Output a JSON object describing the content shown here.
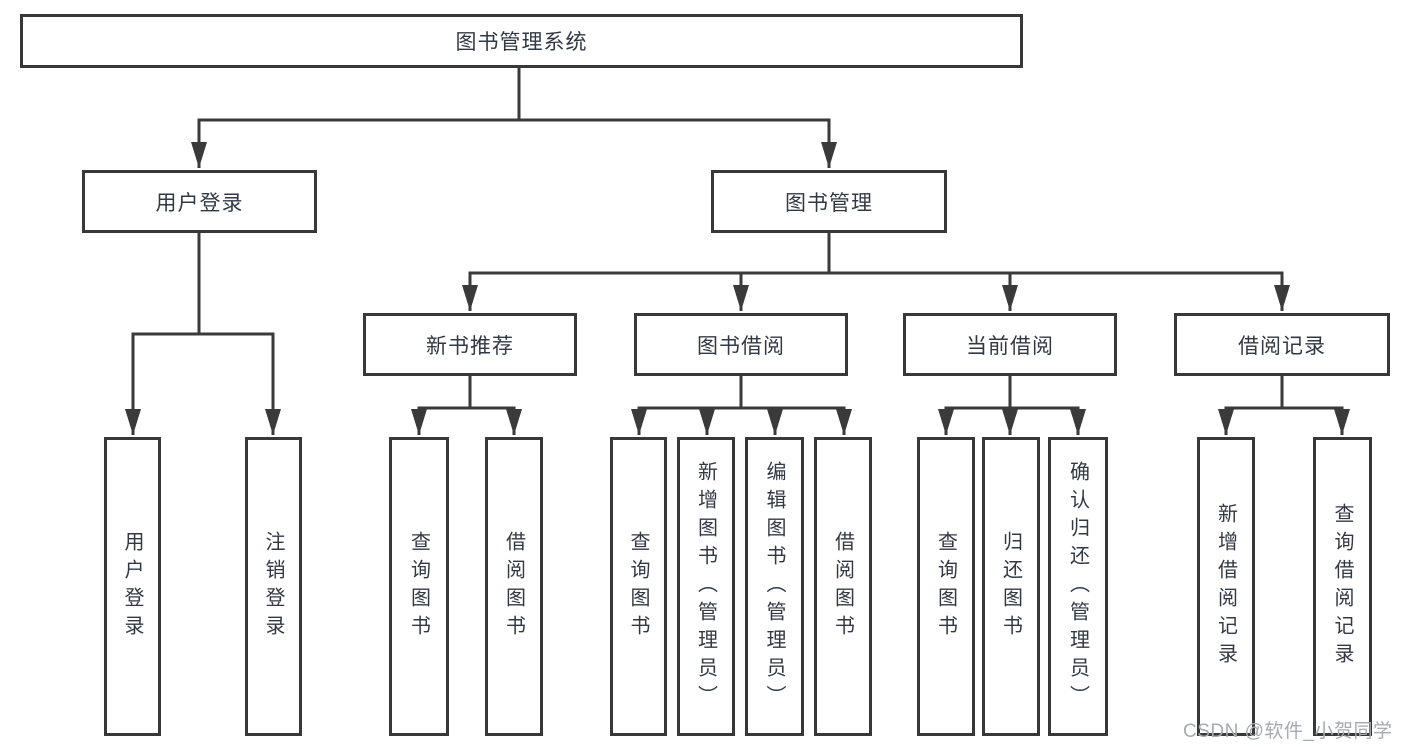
{
  "diagram": {
    "root": {
      "label": "图书管理系统"
    },
    "branches": {
      "user": {
        "label": "用户登录",
        "children": [
          "用户登录",
          "注销登录"
        ]
      },
      "book": {
        "label": "图书管理",
        "groups": [
          {
            "label": "新书推荐",
            "children": [
              "查询图书",
              "借阅图书"
            ]
          },
          {
            "label": "图书借阅",
            "children": [
              "查询图书",
              "新增图书（管理员）",
              "编辑图书（管理员）",
              "借阅图书"
            ]
          },
          {
            "label": "当前借阅",
            "children": [
              "查询图书",
              "归还图书",
              "确认归还（管理员）"
            ]
          },
          {
            "label": "借阅记录",
            "children": [
              "新增借阅记录",
              "查询借阅记录"
            ]
          }
        ]
      }
    }
  },
  "watermark": {
    "text": "CSDN @软件_小贺同学"
  },
  "colors": {
    "line": "#3a3a3a",
    "box_border": "#383838",
    "text": "#333944",
    "watermark": "#a6aab1",
    "background": "#ffffff"
  }
}
